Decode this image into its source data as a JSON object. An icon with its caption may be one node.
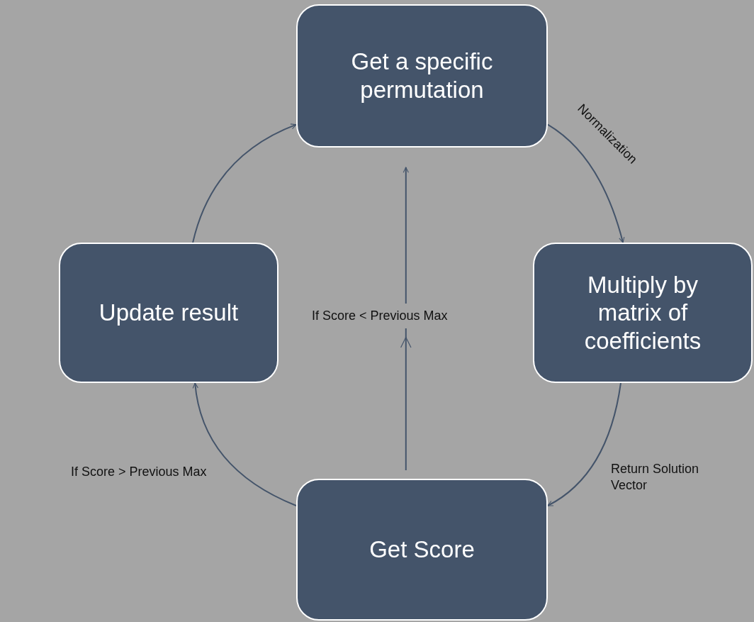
{
  "diagram": {
    "nodes": [
      {
        "text": [
          "Get a specific permutation"
        ]
      },
      {
        "text": [
          "Multiply by matrix of coefficients"
        ]
      },
      {
        "text": [
          "Get Score"
        ]
      },
      {
        "text": [
          "Update result"
        ]
      }
    ],
    "edges": [
      {
        "from": 0,
        "to": 1,
        "arrow": "to",
        "label": "Normalization"
      },
      {
        "from": 1,
        "to": 2,
        "arrow": "to",
        "label": "Return Solution Vector"
      },
      {
        "from": 2,
        "to": 3,
        "arrow": "to",
        "label": "If Score > Previous Max"
      },
      {
        "from": 3,
        "to": 0,
        "arrow": "to"
      },
      {
        "from": 2,
        "to": 0,
        "arrow": "to",
        "label": "If Score < Previous Max"
      }
    ]
  }
}
